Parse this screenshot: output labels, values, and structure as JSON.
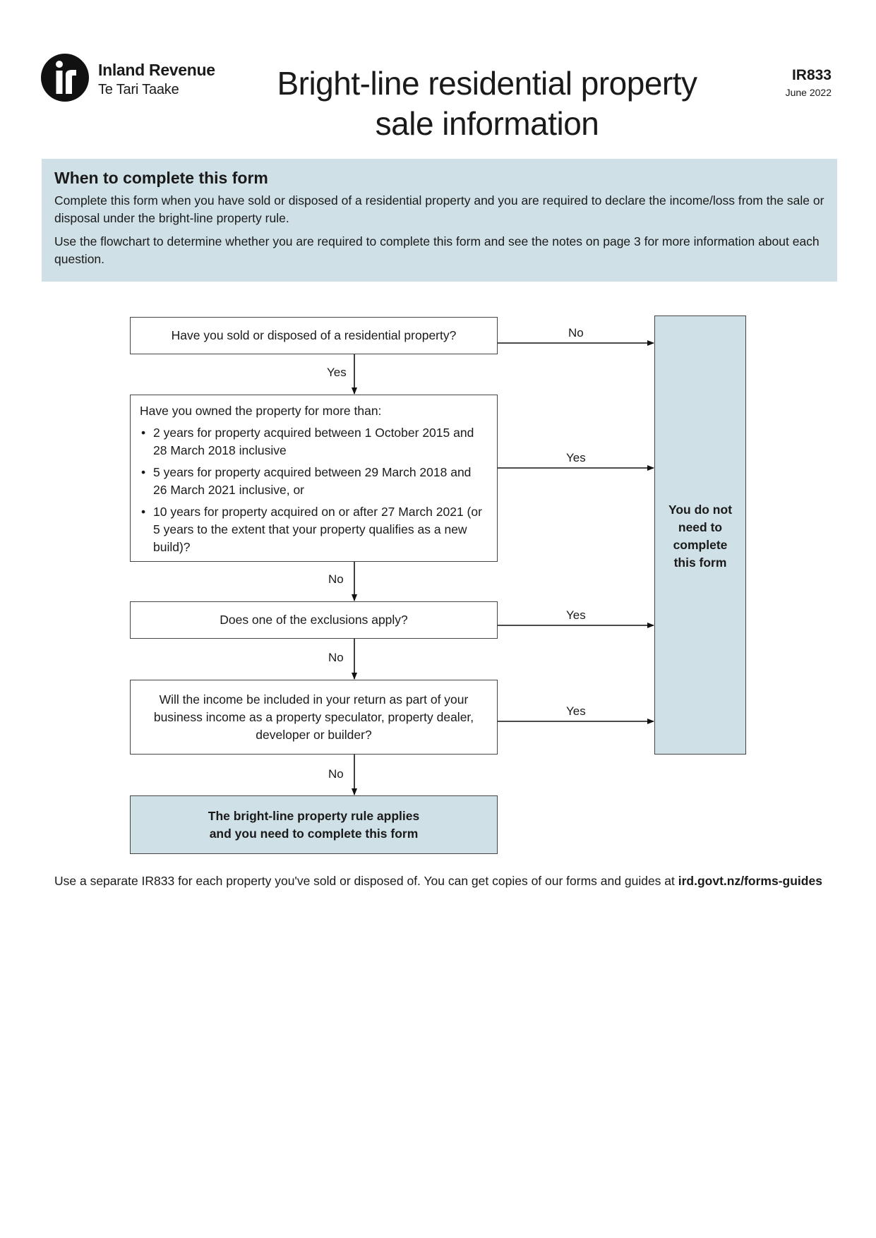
{
  "header": {
    "org_name": "Inland Revenue",
    "org_name_maori": "Te Tari Taake",
    "title_line1": "Bright-line residential property",
    "title_line2": "sale information",
    "form_code": "IR833",
    "form_date": "June 2022"
  },
  "info": {
    "heading": "When to complete this form",
    "para1": "Complete this form when you have sold or disposed of a residential property and you are required to declare the income/loss from the sale or disposal under the bright-line property rule.",
    "para2": "Use the flowchart to determine whether you are required to complete this form and see the notes on page 3 for more information about each question."
  },
  "flowchart": {
    "q1": "Have you sold or disposed of a residential property?",
    "q2_lead": "Have you owned the property for more than:",
    "q2_items": [
      "2 years for property acquired between 1 October 2015 and 28 March 2018 inclusive",
      "5 years for property acquired between 29 March 2018 and 26 March 2021 inclusive, or",
      "10 years for property acquired on or after 27 March 2021 (or 5 years to the extent that your property qualifies as a new build)?"
    ],
    "q3": "Does one of the exclusions apply?",
    "q4": "Will the income be included in your return as part of your business income as a property speculator, property dealer, developer or builder?",
    "result_line1": "The bright-line property rule applies",
    "result_line2": "and you need to complete this form",
    "side_line1": "You do not",
    "side_line2": "need to",
    "side_line3": "complete",
    "side_line4": "this form",
    "labels": {
      "q1_right": "No",
      "q1_down": "Yes",
      "q2_right": "Yes",
      "q2_down": "No",
      "q3_right": "Yes",
      "q3_down": "No",
      "q4_right": "Yes",
      "q4_down": "No"
    }
  },
  "footer": {
    "text": "Use a separate IR833 for each property you've sold or disposed of. You can get copies of our forms and guides at ",
    "link": "ird.govt.nz/forms-guides"
  }
}
